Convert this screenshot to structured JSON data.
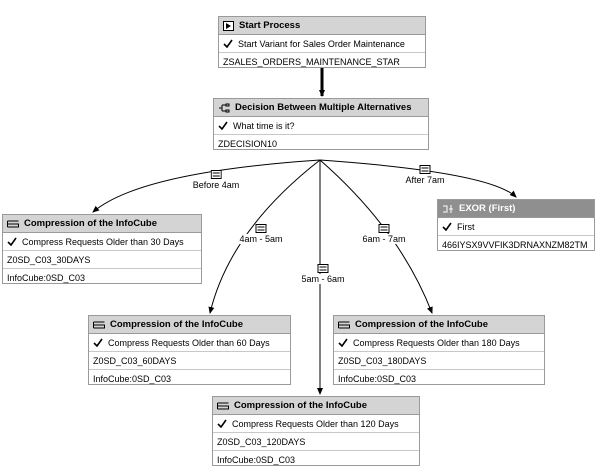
{
  "start_process": {
    "title": "Start Process",
    "variant_text": "Start Variant for Sales Order Maintenance",
    "variant_id": "ZSALES_ORDERS_MAINTENANCE_STAR"
  },
  "decision": {
    "title": "Decision Between Multiple Alternatives",
    "question": "What time is it?",
    "variant_id": "ZDECISION10"
  },
  "exor": {
    "title": "EXOR (First)",
    "text": "First",
    "id": "466IYSX9VVFIK3DRNAXNZM82TM"
  },
  "compression_nodes": [
    {
      "title": "Compression of the InfoCube",
      "text": "Compress Requests Older than 30 Days",
      "variant": "Z0SD_C03_30DAYS",
      "infocube": "InfoCube:0SD_C03"
    },
    {
      "title": "Compression of the InfoCube",
      "text": "Compress Requests Older than 60 Days",
      "variant": "Z0SD_C03_60DAYS",
      "infocube": "InfoCube:0SD_C03"
    },
    {
      "title": "Compression of the InfoCube",
      "text": "Compress Requests Older than 180 Days",
      "variant": "Z0SD_C03_180DAYS",
      "infocube": "InfoCube:0SD_C03"
    },
    {
      "title": "Compression of the InfoCube",
      "text": "Compress Requests Older than 120 Days",
      "variant": "Z0SD_C03_120DAYS",
      "infocube": "InfoCube:0SD_C03"
    }
  ],
  "edge_labels": [
    "Before 4am",
    "4am - 5am",
    "5am - 6am",
    "6am - 7am",
    "After 7am"
  ],
  "colors": {
    "header_bg": "#d4d4d4",
    "exor_header_bg": "#8f8f8f",
    "border": "#9a9a9a",
    "edge": "#000000"
  }
}
